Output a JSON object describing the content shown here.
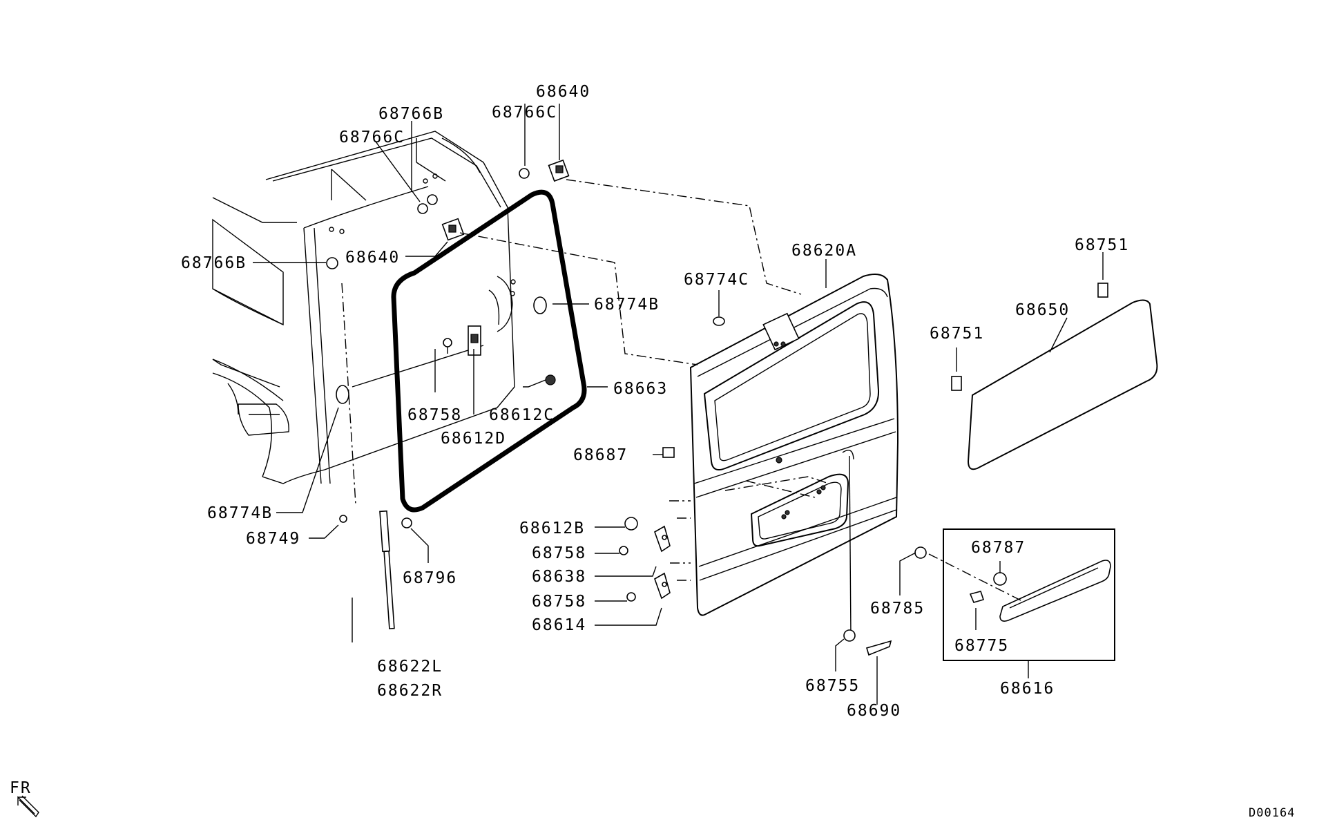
{
  "labels": {
    "l68640_top": "68640",
    "l68766C_top": "68766C",
    "l68766B_top": "68766B",
    "l68766C_left": "68766C",
    "l68766B_left": "68766B",
    "l68640_mid": "68640",
    "l68774B_right": "68774B",
    "l68758_a": "68758",
    "l68612C": "68612C",
    "l68612D": "68612D",
    "l68663": "68663",
    "l68774B_left": "68774B",
    "l68749": "68749",
    "l68796": "68796",
    "l68622L": "68622L",
    "l68622R": "68622R",
    "l68774C": "68774C",
    "l68620A": "68620A",
    "l68687": "68687",
    "l68612B": "68612B",
    "l68758_b": "68758",
    "l68638": "68638",
    "l68758_c": "68758",
    "l68614": "68614",
    "l68755": "68755",
    "l68690": "68690",
    "l68785": "68785",
    "l68787": "68787",
    "l68775": "68775",
    "l68616": "68616",
    "l68751_top": "68751",
    "l68650": "68650",
    "l68751_left": "68751",
    "direction": "FR",
    "diagram_id": "D00164"
  }
}
